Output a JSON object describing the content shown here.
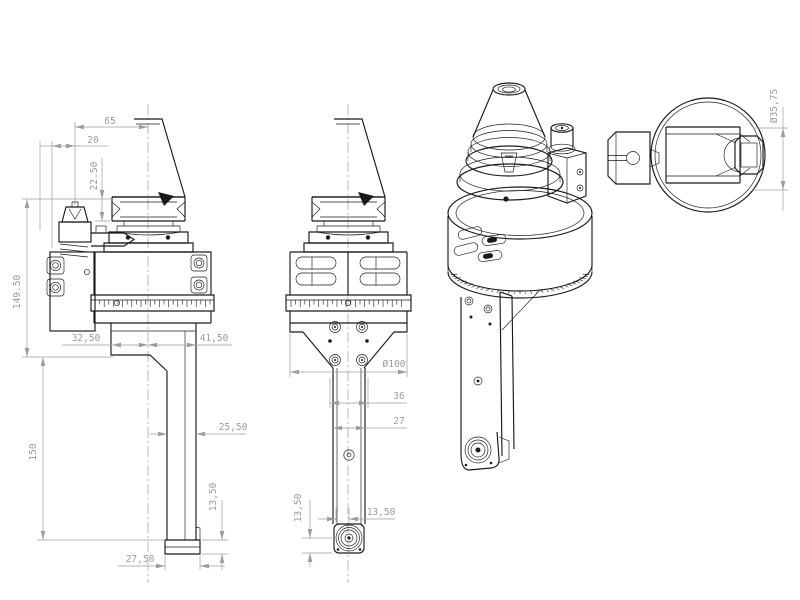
{
  "drawing": {
    "subject": "CNC angle head with taper shank - multi-view technical drawing",
    "background": "#ffffff",
    "line_color": "#1a1a1a",
    "dim_color": "#9c9c9c",
    "views": {
      "side": "side view",
      "front": "front view",
      "iso": "isometric view",
      "detail": "output spindle detail"
    }
  },
  "dims": {
    "side": {
      "d65": "65",
      "d20": "20",
      "d2250": "22.50",
      "d14950": "149.50",
      "d3250": "32,50",
      "d4150": "41,50",
      "d150": "150",
      "d2550": "25,50",
      "d1350": "13,50",
      "d2750": "27,50"
    },
    "front": {
      "d100": "Ø100",
      "d36": "36",
      "d27": "27",
      "d1350v": "13,50",
      "d1350h": "13,50"
    },
    "detail": {
      "d3575": "Ø35,75"
    }
  }
}
